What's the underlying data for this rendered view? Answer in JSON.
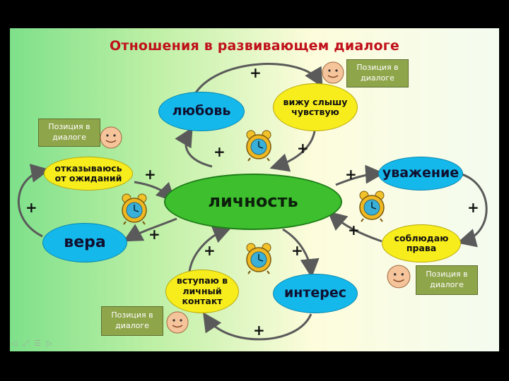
{
  "title": "Отношения в развивающем диалоге",
  "center": "личность",
  "values": {
    "love": "любовь",
    "respect": "уважение",
    "faith": "вера",
    "interest": "интерес"
  },
  "actions": {
    "see": "вижу слышу чувствую",
    "refuse": "отказываюсь от ожиданий",
    "rights": "соблюдаю права",
    "contact": "вступаю в личный контакт"
  },
  "position_label": "Позиция в диалоге",
  "plus": "+",
  "nav_controls": "◁ ⤢ ☰ ▷",
  "colors": {
    "title": "#c0101a",
    "value_ellipse": "#14b8ea",
    "action_ellipse": "#f7ec1c",
    "center_ellipse": "#3ec02e",
    "position_box": "#8fa54a",
    "arrows": "#5a5a5a"
  }
}
